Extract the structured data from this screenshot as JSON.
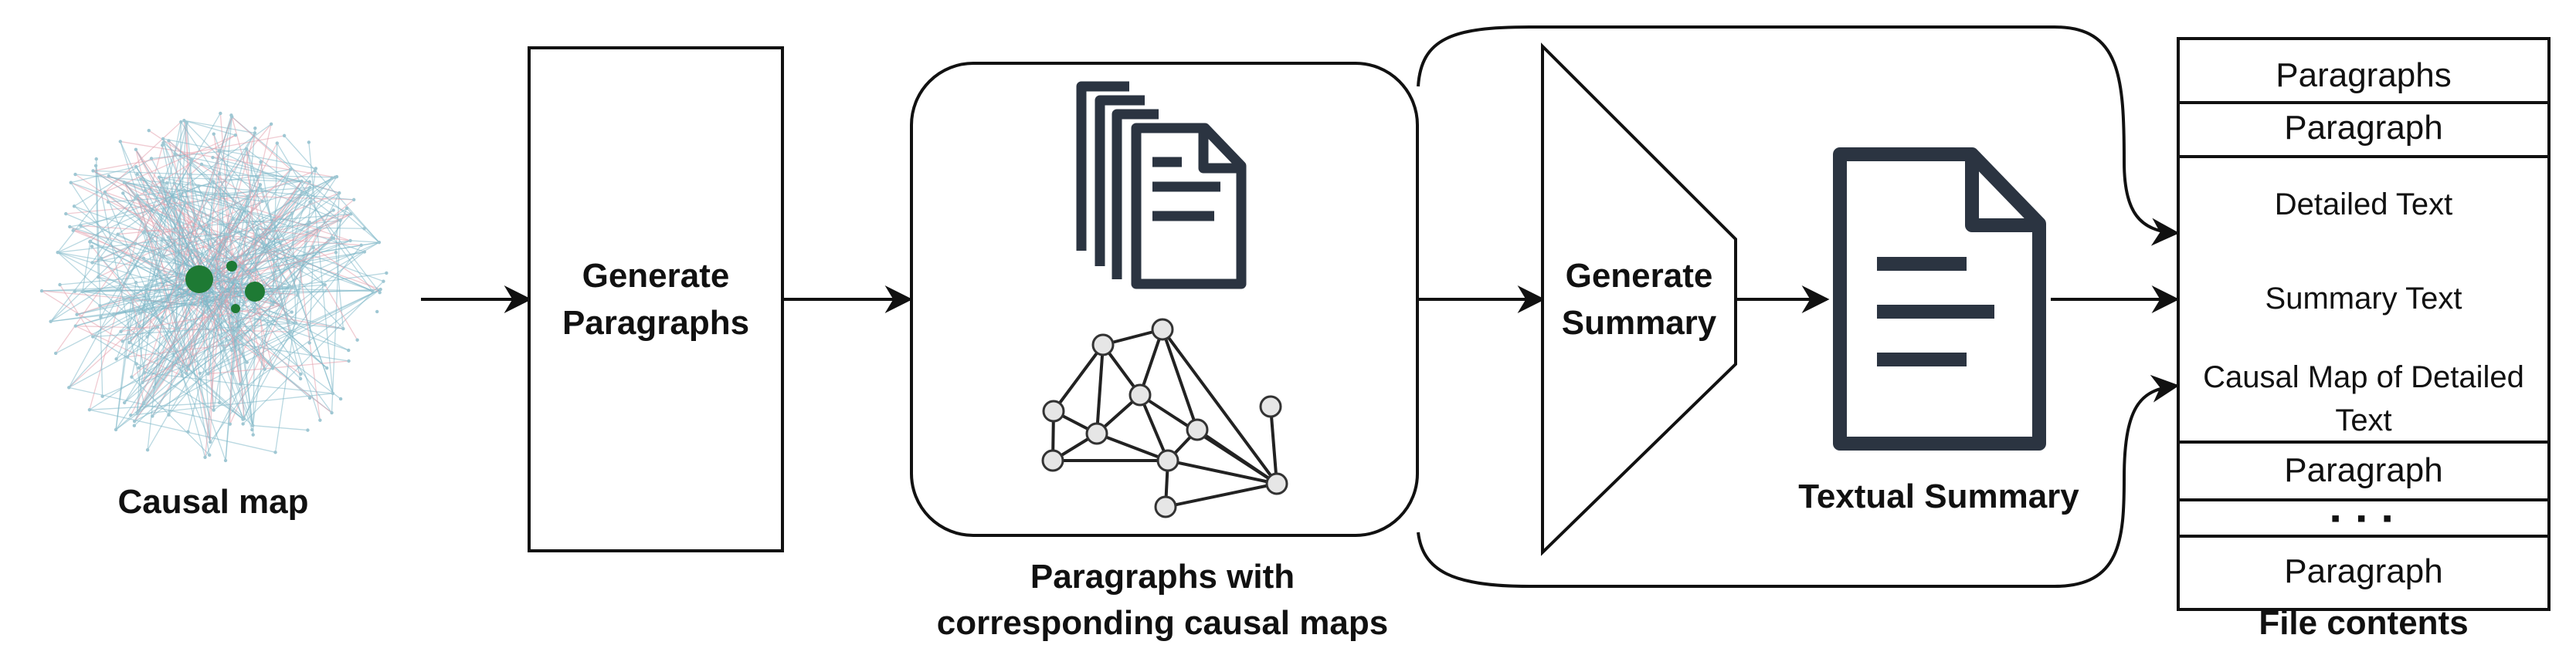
{
  "causal_map": {
    "label": "Causal map"
  },
  "generate_paragraphs": {
    "line1": "Generate",
    "line2": "Paragraphs"
  },
  "paragraphs_box": {
    "caption_line1": "Paragraphs with",
    "caption_line2": "corresponding causal maps"
  },
  "generate_summary": {
    "line1": "Generate",
    "line2": "Summary"
  },
  "textual_summary": {
    "label": "Textual Summary"
  },
  "file_contents": {
    "caption": "File contents",
    "rows": {
      "paragraphs_header": "Paragraphs",
      "paragraph_first": "Paragraph",
      "detailed_text": "Detailed Text",
      "summary_text": "Summary Text",
      "causal_map_line1": "Causal Map of Detailed",
      "causal_map_line2": "Text",
      "paragraph_second": "Paragraph",
      "ellipsis": "▪ ▪ ▪",
      "paragraph_last": "Paragraph"
    }
  },
  "colors": {
    "stroke": "#111111",
    "doc_icon": "#2b3441",
    "node_fill": "#e6e6e6",
    "map_teal": "#7fb8c9",
    "map_pink": "#e3a0ad",
    "map_green": "#1e7a34"
  }
}
